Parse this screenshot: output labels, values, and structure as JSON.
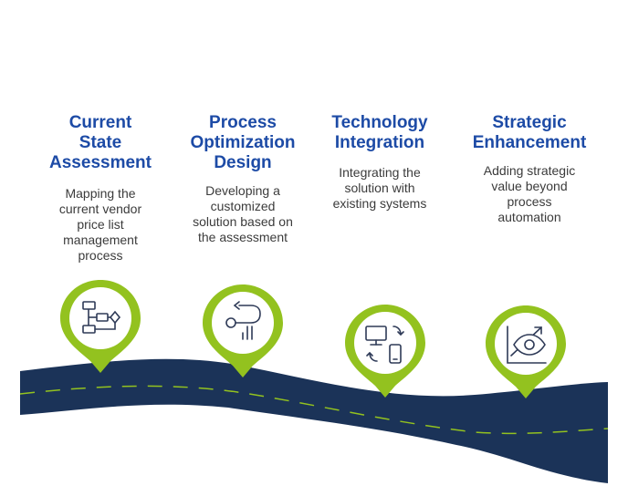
{
  "colors": {
    "road": "#1b3358",
    "road_dash": "#93c21f",
    "pin": "#93c21f",
    "icon": "#2e3a57",
    "title": "#1d4ba6",
    "text": "#3b3b3b"
  },
  "steps": [
    {
      "title": "Current\nState\nAssessment",
      "description": "Mapping the\ncurrent vendor\nprice list\nmanagement\nprocess",
      "icon": "flowchart-icon"
    },
    {
      "title": "Process\nOptimization\nDesign",
      "description": "Developing a\ncustomized\nsolution based on\nthe assessment",
      "icon": "route-icon"
    },
    {
      "title": "Technology\nIntegration",
      "description": "Integrating the\nsolution with\nexisting systems",
      "icon": "devices-sync-icon"
    },
    {
      "title": "Strategic\nEnhancement",
      "description": "Adding strategic\nvalue beyond\nprocess\nautomation",
      "icon": "eye-growth-icon"
    }
  ]
}
